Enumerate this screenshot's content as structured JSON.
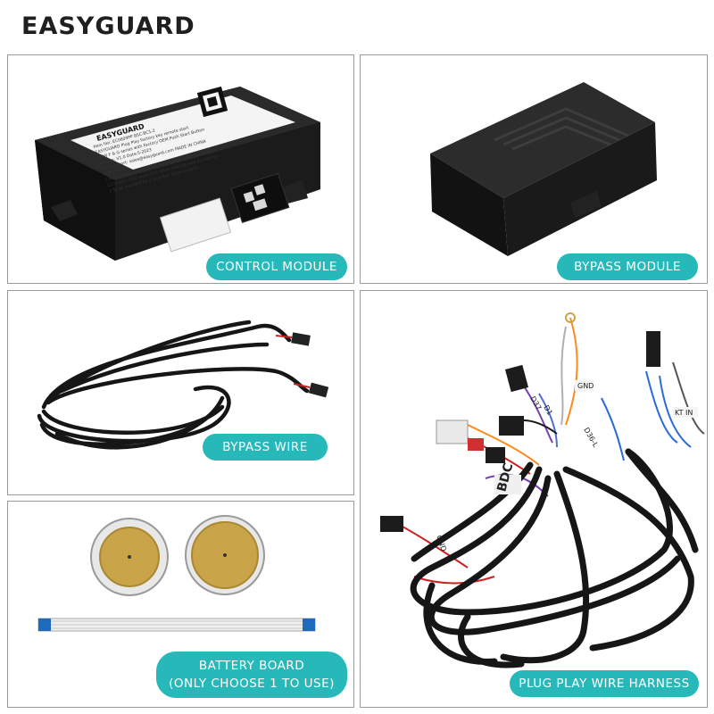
{
  "brand": "EASYGUARD",
  "panels": {
    "control_module": {
      "caption": "CONTROL MODULE",
      "label_brand": "EASYGUARD",
      "label_lines": [
        "Item fan: EC0809PP BSC-BC1-2",
        "EASYGUARD Plug Play factory key remote start",
        "BMW F & G series with Factory OEM Push Start Button",
        "Version: V1.0   Date:5-2023",
        "Tech support: sales@easyguard.com   MADE IN CHINA",
        "IMPORTANT:",
        "1.Read wiring diagram carefully before start installation",
        "2.Connect GND wires first when making wire connection",
        "3.To be installed by a qualified alarm installer"
      ]
    },
    "bypass_module": {
      "caption": "BYPASS MODULE"
    },
    "bypass_wire": {
      "caption": "BYPASS WIRE"
    },
    "battery_board": {
      "caption_line1": "BATTERY BOARD",
      "caption_line2": "(ONLY CHOOSE 1 TO USE)"
    },
    "harness": {
      "caption": "PLUG PLAY WIRE HARNESS",
      "tags": [
        "GND",
        "BDC",
        "KT IN",
        "D36-L",
        "D1",
        "D37",
        "GND"
      ]
    }
  },
  "colors": {
    "accent": "#27b8ba",
    "device": "#1c1c1c",
    "wire": "#161616",
    "gold": "#c9a449"
  }
}
